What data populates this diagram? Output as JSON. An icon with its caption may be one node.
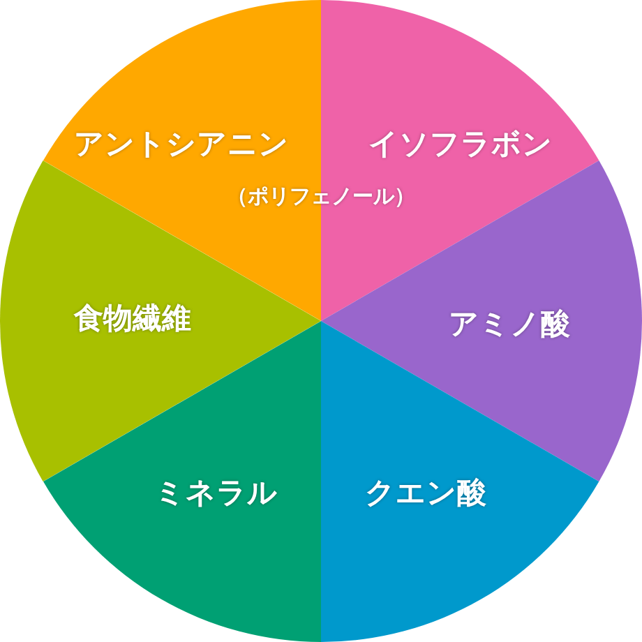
{
  "diagram": {
    "nodes": [
      {
        "text": [
          "アントシアニン"
        ]
      },
      {
        "text": [
          "イソフラボン"
        ]
      },
      {
        "text": [
          "食物繊維"
        ]
      },
      {
        "text": [
          "アミノ酸"
        ]
      },
      {
        "text": [
          "ミネラル"
        ]
      },
      {
        "text": [
          "クエン酸"
        ]
      }
    ],
    "labels": [
      "（ポリフェノール）"
    ]
  }
}
